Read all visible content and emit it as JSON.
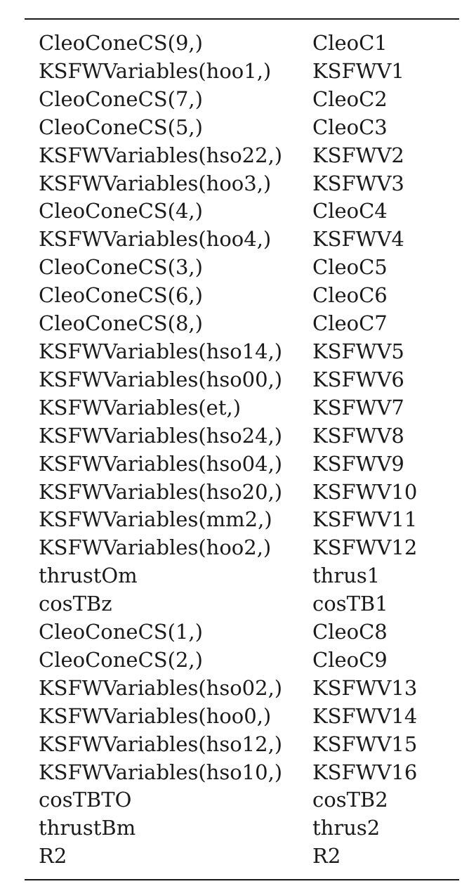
{
  "table": {
    "rows": [
      [
        "CleoConeCS(9,)",
        "CleoC1"
      ],
      [
        "KSFWVariables(hoo1,)",
        "KSFWV1"
      ],
      [
        "CleoConeCS(7,)",
        "CleoC2"
      ],
      [
        "CleoConeCS(5,)",
        "CleoC3"
      ],
      [
        "KSFWVariables(hso22,)",
        "KSFWV2"
      ],
      [
        "KSFWVariables(hoo3,)",
        "KSFWV3"
      ],
      [
        "CleoConeCS(4,)",
        "CleoC4"
      ],
      [
        "KSFWVariables(hoo4,)",
        "KSFWV4"
      ],
      [
        "CleoConeCS(3,)",
        "CleoC5"
      ],
      [
        "CleoConeCS(6,)",
        "CleoC6"
      ],
      [
        "CleoConeCS(8,)",
        "CleoC7"
      ],
      [
        "KSFWVariables(hso14,)",
        "KSFWV5"
      ],
      [
        "KSFWVariables(hso00,)",
        "KSFWV6"
      ],
      [
        "KSFWVariables(et,)",
        "KSFWV7"
      ],
      [
        "KSFWVariables(hso24,)",
        "KSFWV8"
      ],
      [
        "KSFWVariables(hso04,)",
        "KSFWV9"
      ],
      [
        "KSFWVariables(hso20,)",
        "KSFWV10"
      ],
      [
        "KSFWVariables(mm2,)",
        "KSFWV11"
      ],
      [
        "KSFWVariables(hoo2,)",
        "KSFWV12"
      ],
      [
        "thrustOm",
        "thrus1"
      ],
      [
        "cosTBz",
        "cosTB1"
      ],
      [
        "CleoConeCS(1,)",
        "CleoC8"
      ],
      [
        "CleoConeCS(2,)",
        "CleoC9"
      ],
      [
        "KSFWVariables(hso02,)",
        "KSFWV13"
      ],
      [
        "KSFWVariables(hoo0,)",
        "KSFWV14"
      ],
      [
        "KSFWVariables(hso12,)",
        "KSFWV15"
      ],
      [
        "KSFWVariables(hso10,)",
        "KSFWV16"
      ],
      [
        "cosTBTO",
        "cosTB2"
      ],
      [
        "thrustBm",
        "thrus2"
      ],
      [
        "R2",
        "R2"
      ]
    ]
  }
}
